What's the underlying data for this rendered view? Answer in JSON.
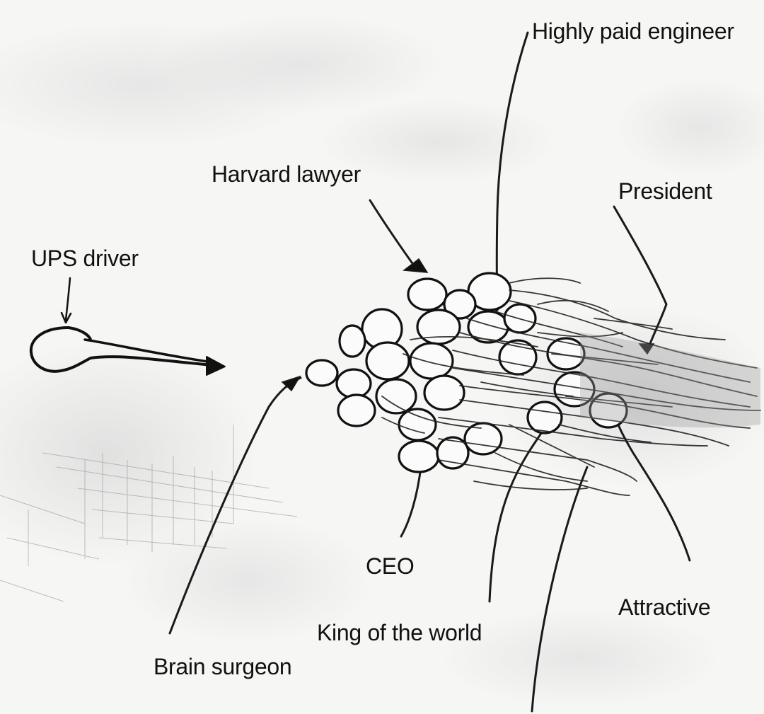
{
  "labels": {
    "engineer": "Highly paid engineer",
    "lawyer": "Harvard lawyer",
    "president": "President",
    "ups": "UPS driver",
    "ceo": "CEO",
    "attractive": "Attractive",
    "king": "King of the world",
    "brain": "Brain surgeon"
  },
  "colors": {
    "ink": "#111111",
    "paper": "#f6f6f5"
  }
}
